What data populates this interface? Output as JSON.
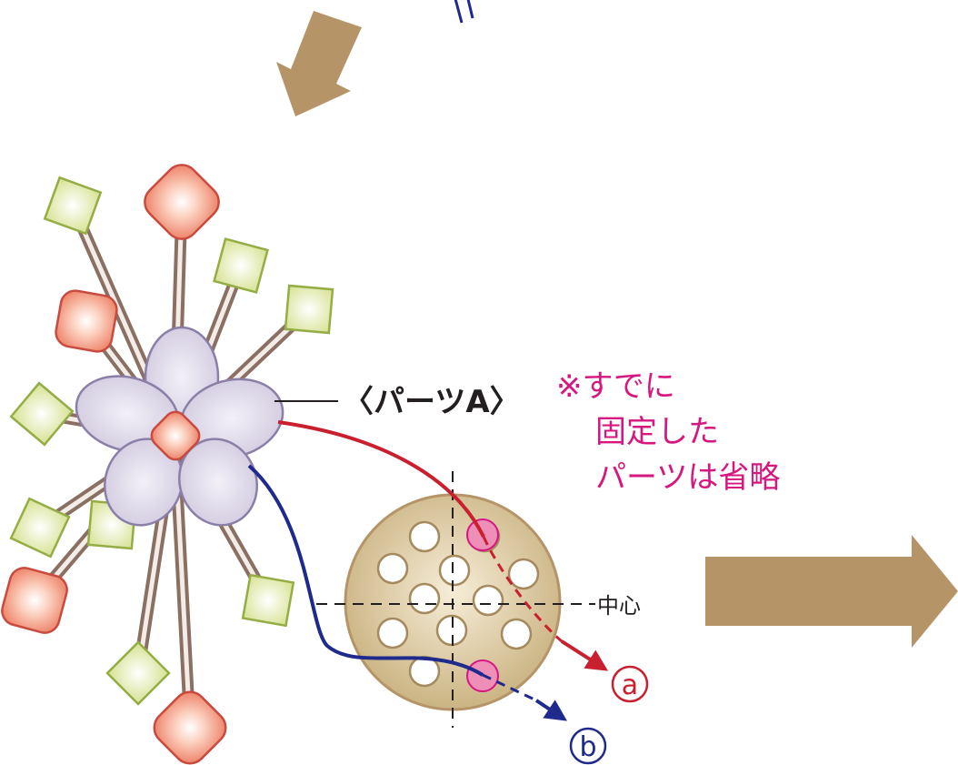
{
  "labels": {
    "part_a": "〈パーツA〉",
    "center": "中心",
    "marker_a": "a",
    "marker_b": "b"
  },
  "note": {
    "line1": "※すでに",
    "line2": "固定した",
    "line3": "パーツは省略"
  },
  "colors": {
    "arrow_brown": "#b59468",
    "line_red": "#c8202e",
    "line_blue": "#1e2a8c",
    "note_magenta": "#d6177f",
    "petal": "#d7d1e3",
    "petal_stroke": "#8c7fa7",
    "green_square": "#e6edbd",
    "green_stroke": "#95ad45",
    "red_node": "#f4a88f",
    "red_stroke": "#c94a3f",
    "disc_fill": "#d9c69d",
    "disc_stroke": "#b59468",
    "pink_dot": "#ee8fb8"
  }
}
